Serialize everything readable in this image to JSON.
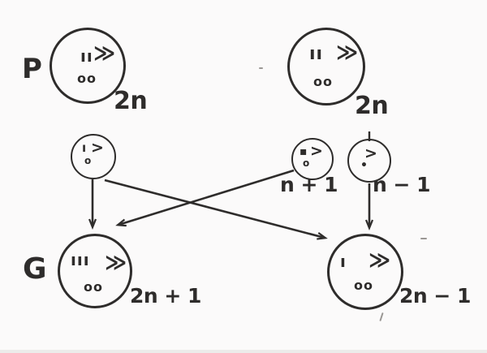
{
  "colors": {
    "ink": "#2e2c2b",
    "paper": "#fbfafa",
    "edge_shade": "#ececea",
    "speck": "#9a9794"
  },
  "labels": {
    "parent_generation": "P",
    "offspring_generation": "G",
    "parent_left_ploidy": "2n",
    "parent_right_ploidy": "2n",
    "gamete_n_plus_1_ploidy": "n + 1",
    "gamete_n_minus_1_ploidy": "n − 1",
    "zygote_left_ploidy": "2n + 1",
    "zygote_right_ploidy": "2n − 1"
  },
  "cells": {
    "parent_left": {
      "rods": "ıı",
      "chevron": "≫",
      "dots": "oo"
    },
    "parent_right": {
      "rods": "ıı",
      "chevron": "≫",
      "dots": "oo"
    },
    "gamete_left": {
      "rods": "ı",
      "chevron": ">",
      "dots": "o"
    },
    "gamete_n_plus_1": {
      "rods": "▪",
      "chevron": ">",
      "dots": "o"
    },
    "gamete_n_minus_1": {
      "rods": "",
      "chevron": ">",
      "dots": "•"
    },
    "zygote_left": {
      "rods": "ııı",
      "chevron": "≫",
      "dots": "oo"
    },
    "zygote_right": {
      "rods": "ı",
      "chevron": "≫",
      "dots": "oo"
    }
  }
}
